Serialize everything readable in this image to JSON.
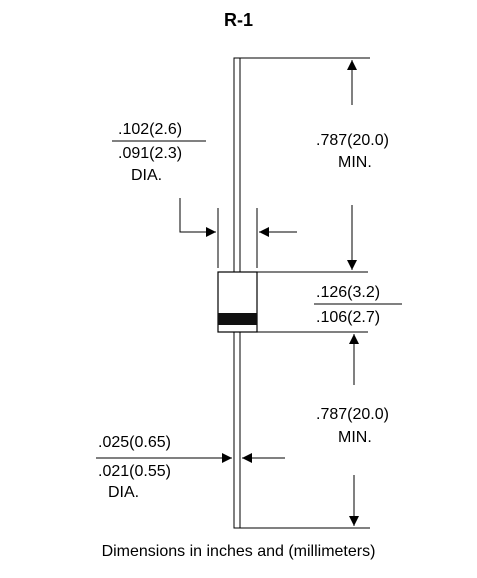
{
  "title": "R-1",
  "caption": "Dimensions in inches and (millimeters)",
  "dims": {
    "body_dia": {
      "max": ".102(2.6)",
      "min": ".091(2.3)",
      "suffix": "DIA."
    },
    "top_lead": {
      "value": ".787(20.0)",
      "suffix": "MIN."
    },
    "body_len": {
      "max": ".126(3.2)",
      "min": ".106(2.7)"
    },
    "bottom_lead": {
      "value": ".787(20.0)",
      "suffix": "MIN."
    },
    "lead_dia": {
      "max": ".025(0.65)",
      "min": ".021(0.55)",
      "suffix": "DIA."
    }
  },
  "colors": {
    "ink": "#000000",
    "band": "#111111"
  }
}
